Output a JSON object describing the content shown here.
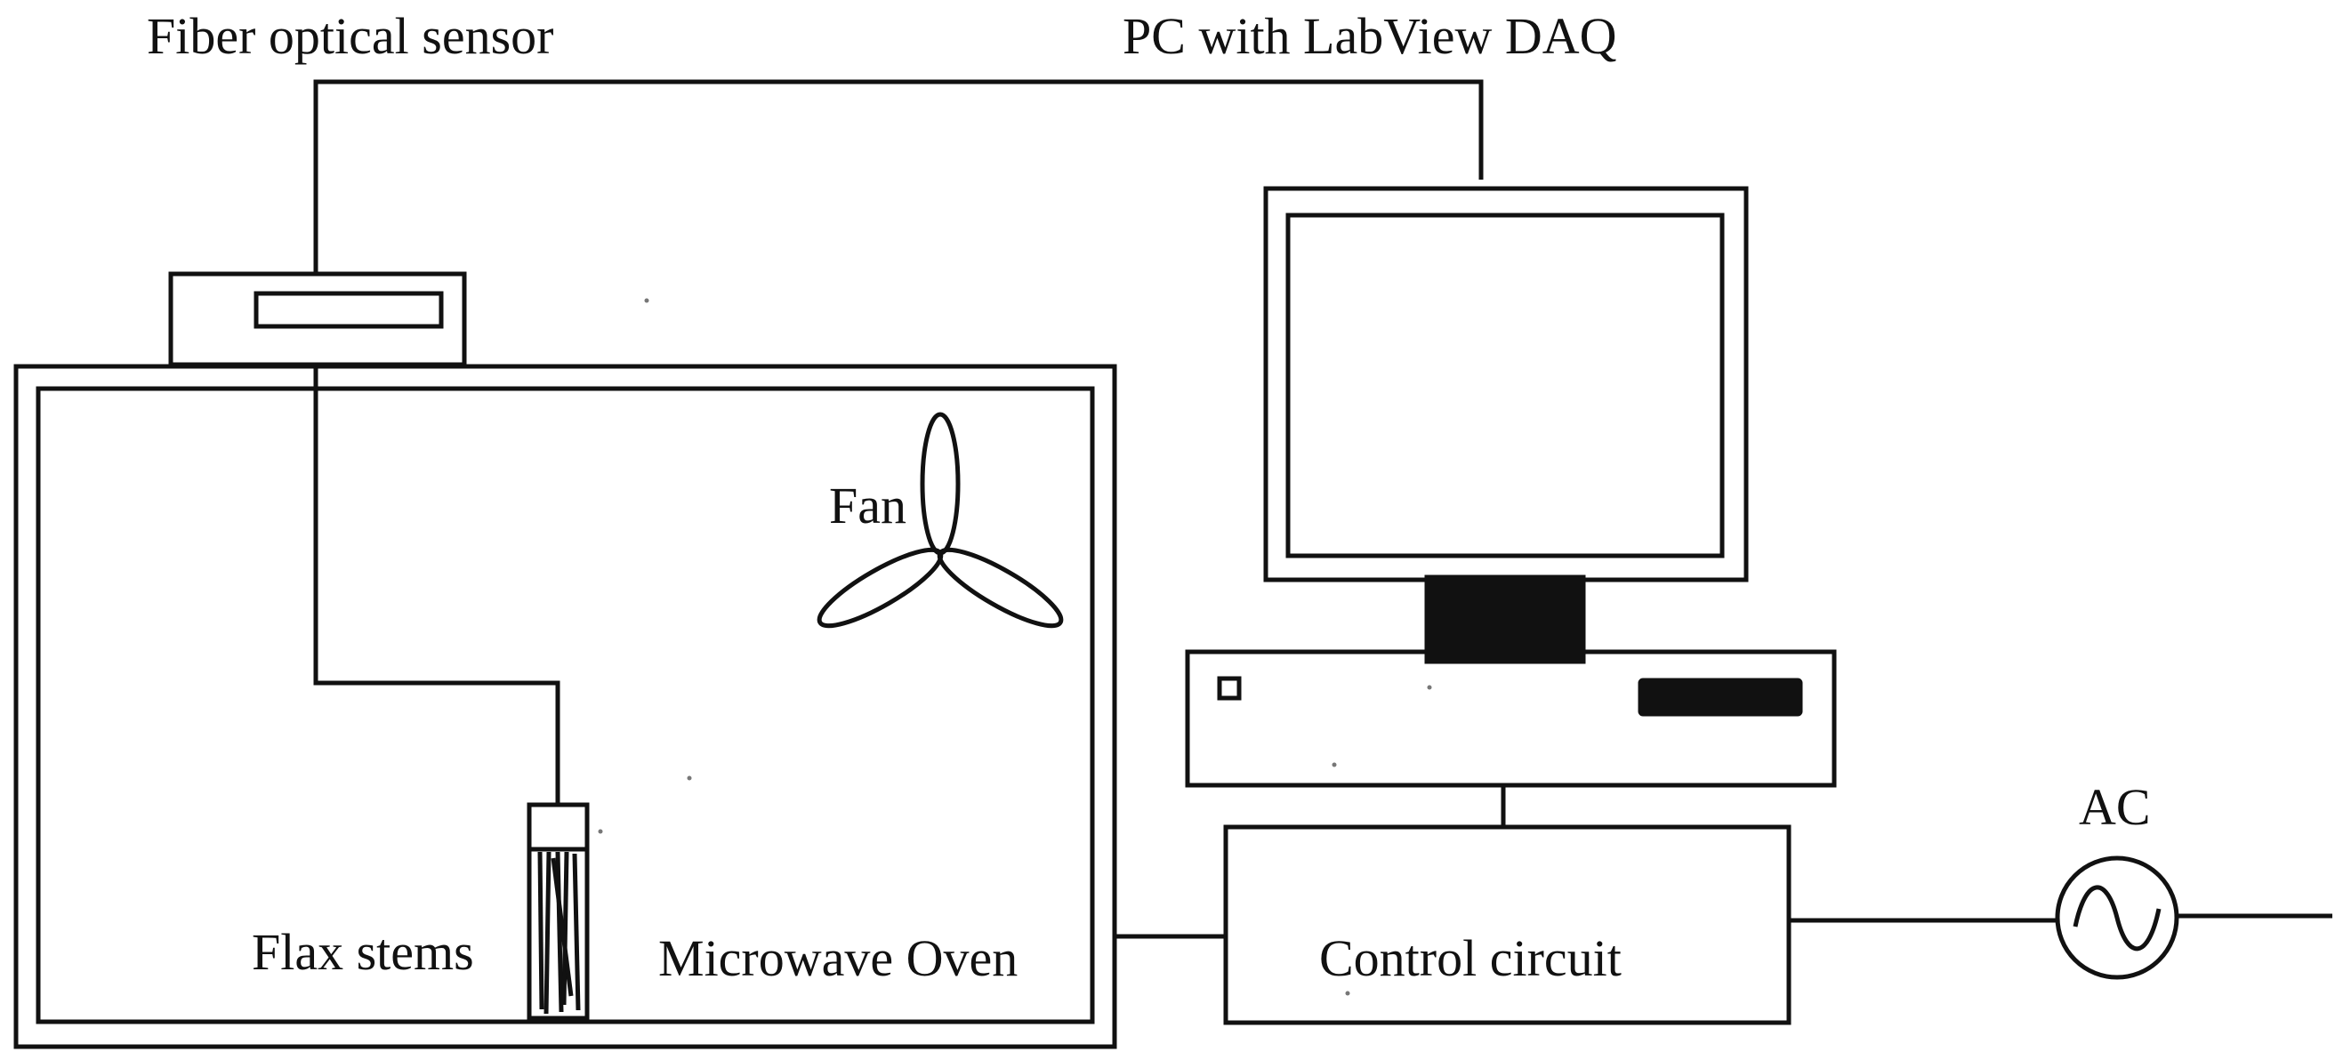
{
  "labels": {
    "fiber_optical_sensor": "Fiber optical sensor",
    "pc_with_labview_daq": "PC with LabView DAQ",
    "fan": "Fan",
    "flax_stems": "Flax stems",
    "microwave_oven": "Microwave Oven",
    "control_circuit": "Control circuit",
    "ac": "AC"
  },
  "colors": {
    "line": "#111111",
    "background": "#ffffff"
  }
}
